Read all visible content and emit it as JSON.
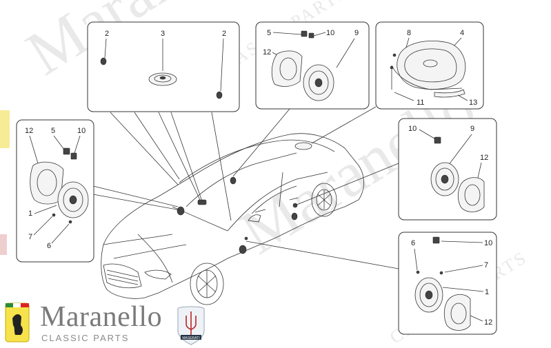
{
  "watermark": {
    "big": "Maranello",
    "small": "CLASSIC PARTS"
  },
  "logo": {
    "brand": "Maranello",
    "subtitle": "CLASSIC PARTS",
    "badge": "MASERATI"
  },
  "callouts": {
    "top_left_panel": [
      "2",
      "3",
      "2"
    ],
    "top_mid_panel": [
      "5",
      "10",
      "9",
      "12"
    ],
    "top_right_panel": [
      "8",
      "4",
      "11",
      "13"
    ],
    "left_panel": [
      "12",
      "5",
      "10",
      "1",
      "7",
      "6"
    ],
    "right_mid_panel": [
      "10",
      "9",
      "12"
    ],
    "right_bottom_panel": [
      "6",
      "10",
      "7",
      "1",
      "12"
    ]
  },
  "colors": {
    "line": "#333333",
    "watermark": "#e6e6e6"
  }
}
